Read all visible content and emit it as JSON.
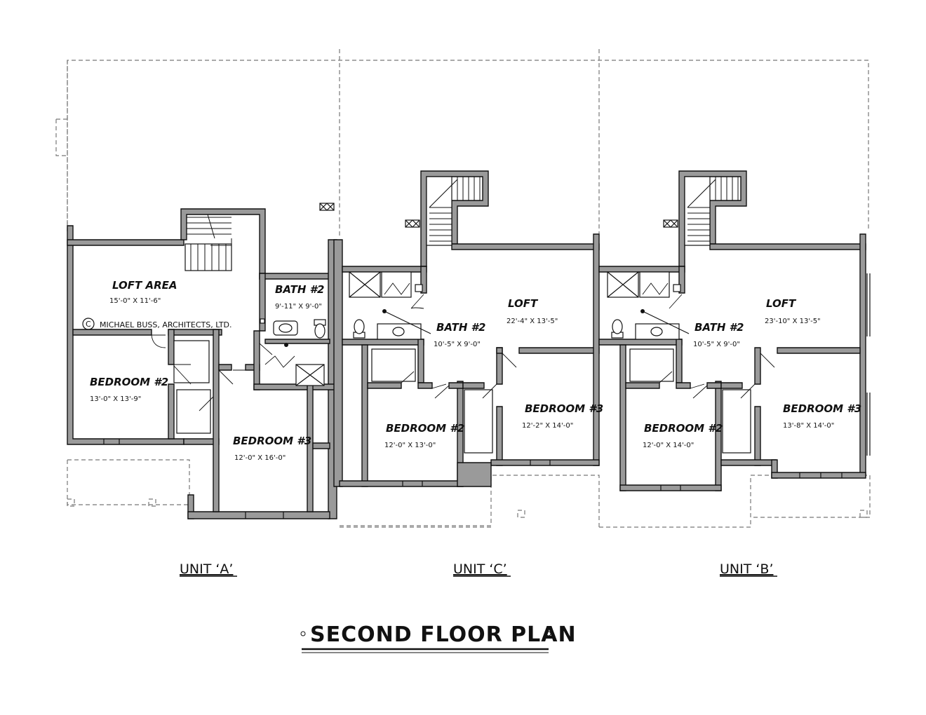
{
  "title": "SECOND FLOOR PLAN",
  "copyright": "MICHAEL BUSS, ARCHITECTS, LTD.",
  "copyright_symbol": "C",
  "units": [
    {
      "label": "UNIT ‘A’",
      "rooms": [
        {
          "name": "LOFT AREA",
          "dims": "15'-0\" X 11'-6\""
        },
        {
          "name": "BATH #2",
          "dims": "9'-11\" X 9'-0\""
        },
        {
          "name": "BEDROOM #2",
          "dims": "13'-0\" X 13'-9\""
        },
        {
          "name": "BEDROOM #3",
          "dims": "12'-0\" X 16'-0\""
        }
      ]
    },
    {
      "label": "UNIT ‘C’",
      "rooms": [
        {
          "name": "LOFT",
          "dims": "22'-4\" X 13'-5\""
        },
        {
          "name": "BATH #2",
          "dims": "10'-5\" X 9'-0\""
        },
        {
          "name": "BEDROOM #2",
          "dims": "12'-0\" X 13'-0\""
        },
        {
          "name": "BEDROOM #3",
          "dims": "12'-2\" X 14'-0\""
        }
      ]
    },
    {
      "label": "UNIT ‘B’",
      "rooms": [
        {
          "name": "LOFT",
          "dims": "23'-10\" X 13'-5\""
        },
        {
          "name": "BATH #2",
          "dims": "10'-5\" X 9'-0\""
        },
        {
          "name": "BEDROOM #2",
          "dims": "12'-0\" X 14'-0\""
        },
        {
          "name": "BEDROOM #3",
          "dims": "13'-8\" X 14'-0\""
        }
      ]
    }
  ],
  "colors": {
    "wall_fill": "#9a9a9a",
    "line": "#111111",
    "dashed": "#777777"
  }
}
